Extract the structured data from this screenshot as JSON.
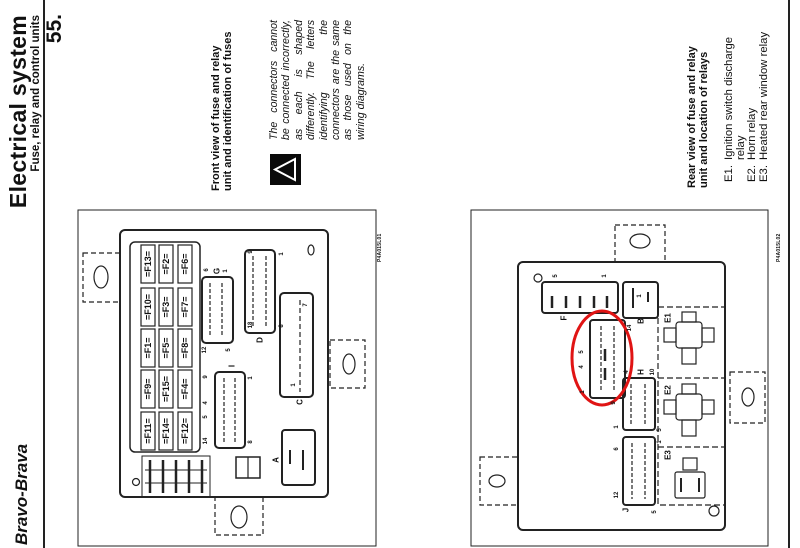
{
  "header": {
    "brand": "Bravo-Brava",
    "title": "Electrical system",
    "subtitle": "Fuse, relay and control units",
    "page_number": "55."
  },
  "front_view": {
    "heading_line1": "Front view of fuse and relay",
    "heading_line2": "unit and identification of fuses",
    "figure_code": "P4A015L01",
    "warning_icon": "warning-triangle-icon",
    "warning_text": "The connectors cannot be connected incorrectly, as each is shaped differently. The letters identifying the connectors are the same as those used on the wiring diagrams.",
    "fuse_columns": [
      [
        "F13",
        "F10",
        "F1",
        "F9",
        "F11"
      ],
      [
        "F2",
        "F3",
        "F5",
        "F15",
        "F14"
      ],
      [
        "F6",
        "F7",
        "F8",
        "F4",
        "F12"
      ]
    ],
    "connectors": {
      "G": "G",
      "D": "D",
      "I": "I",
      "C": "C",
      "A": "A"
    },
    "pins": {
      "G": [
        "6",
        "1",
        "12",
        "5"
      ],
      "D": [
        "9",
        "1",
        "18",
        "8"
      ],
      "I": [
        "9",
        "1",
        "4",
        "5",
        "14",
        "8"
      ],
      "C": [
        "7",
        "1"
      ]
    }
  },
  "rear_view": {
    "heading_line1": "Rear view of fuse and relay",
    "heading_line2": "unit and location of relays",
    "figure_code": "P4A015L02",
    "relays": [
      {
        "id": "E1.",
        "label": "Ignition switch discharge relay"
      },
      {
        "id": "E2.",
        "label": "Horn relay"
      },
      {
        "id": "E3.",
        "label": "Heated rear window relay"
      }
    ],
    "connectors": {
      "F": "F",
      "B": "B",
      "H": "H",
      "J": "J",
      "E1": "E1",
      "E2": "E2",
      "E3": "E3"
    },
    "pins": {
      "F": [
        "5",
        "1"
      ],
      "B": [
        "1"
      ],
      "circled": [
        "14",
        "5",
        "4",
        "1",
        "9"
      ],
      "H": [
        "4",
        "10",
        "1",
        "5"
      ],
      "J": [
        "6",
        "1",
        "12",
        "5"
      ]
    },
    "highlight_color": "#e01414"
  }
}
